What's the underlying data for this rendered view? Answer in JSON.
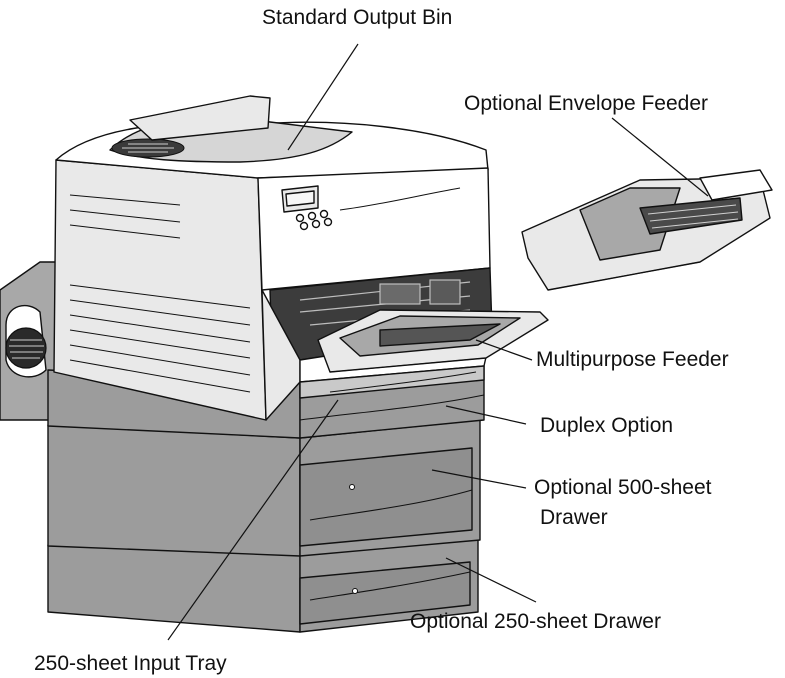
{
  "callouts": {
    "standard_output_bin": "Standard Output Bin",
    "optional_envelope_feeder": "Optional Envelope Feeder",
    "multipurpose_feeder": "Multipurpose Feeder",
    "duplex_option": "Duplex Option",
    "optional_500_line1": "Optional 500-sheet",
    "optional_500_line2": "Drawer",
    "optional_250_drawer": "Optional 250-sheet Drawer",
    "input_tray_250": "250-sheet Input Tray"
  }
}
